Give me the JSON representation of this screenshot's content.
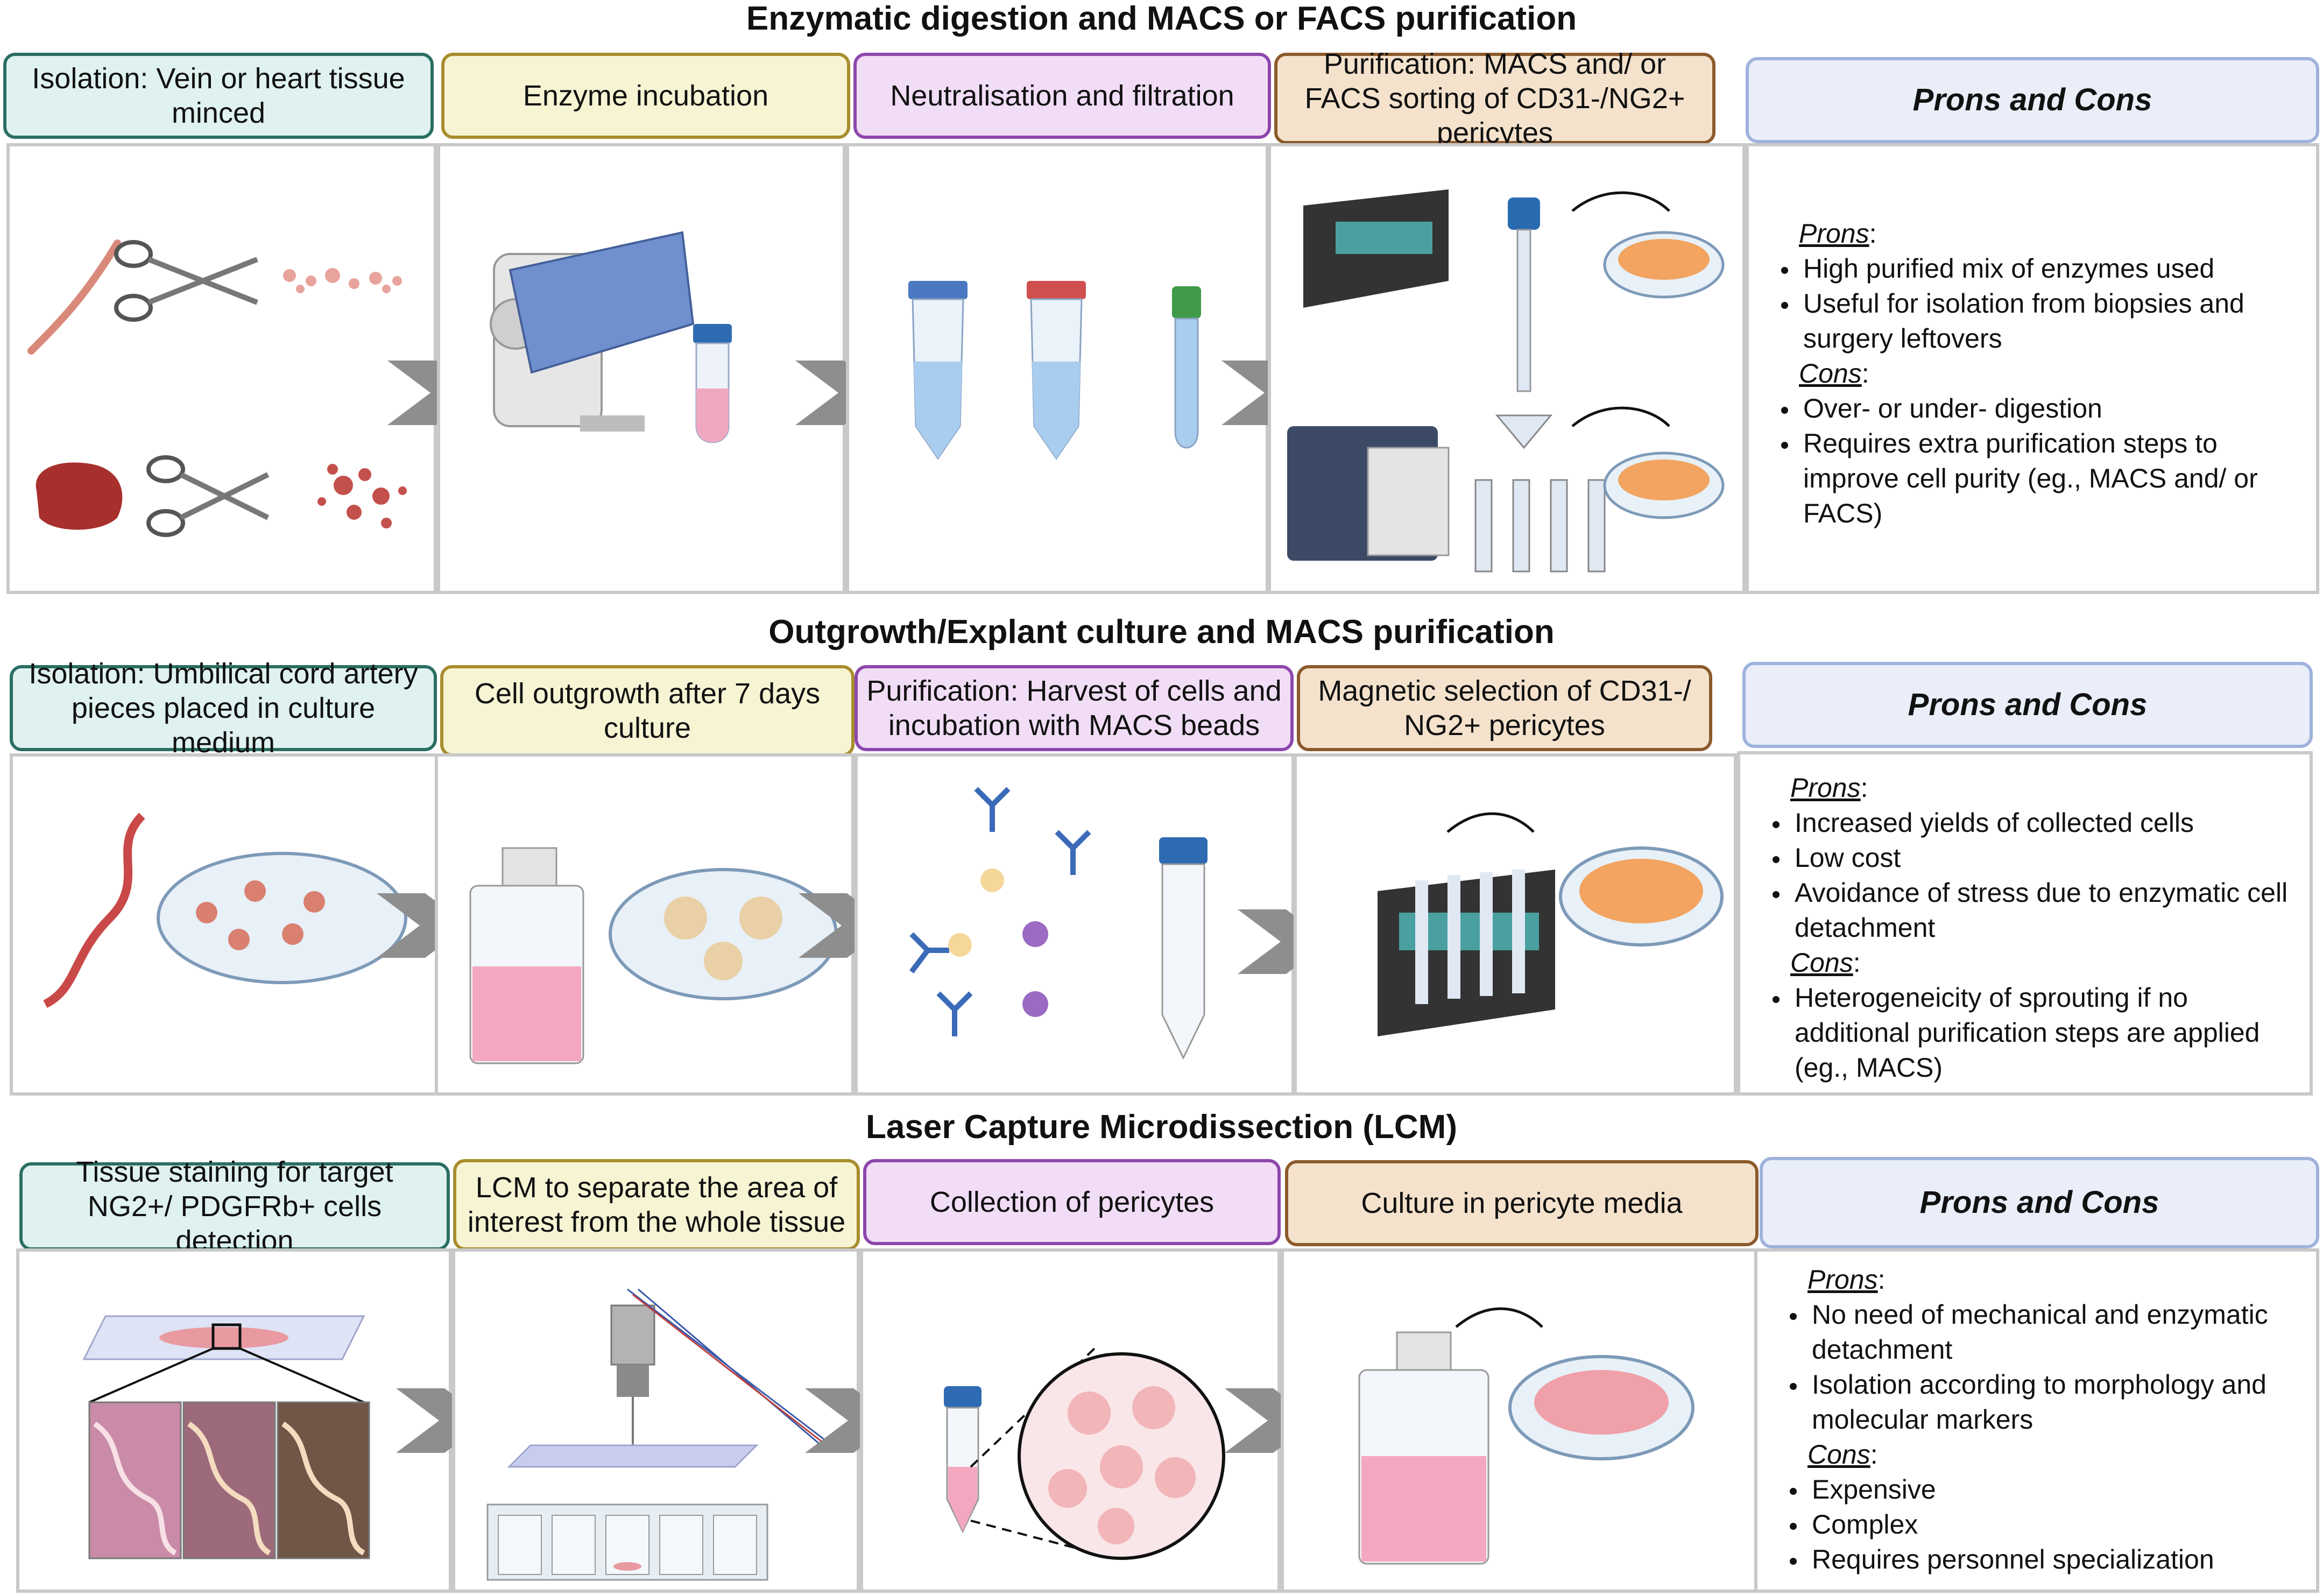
{
  "sections": [
    {
      "title": "Enzymatic digestion and MACS or FACS purification",
      "steps": [
        "Isolation: Vein or heart tissue minced",
        "Enzyme incubation",
        "Neutralisation and filtration",
        "Purification: MACS and/ or FACS sorting of CD31-/NG2+ pericytes"
      ],
      "pc_header": "Prons and Cons",
      "prons_label": "Prons",
      "prons": [
        "High purified mix of enzymes used",
        "Useful for isolation from biopsies and surgery leftovers"
      ],
      "cons_label": "Cons",
      "cons": [
        "Over- or under- digestion",
        "Requires extra purification steps to improve cell purity (eg., MACS and/ or FACS)"
      ]
    },
    {
      "title": "Outgrowth/Explant culture and MACS purification",
      "steps": [
        "Isolation: Umbilical cord artery pieces placed in culture medium",
        "Cell outgrowth after 7 days culture",
        "Purification: Harvest of cells and incubation with MACS beads",
        "Magnetic selection of CD31-/ NG2+ pericytes"
      ],
      "pc_header": "Prons and Cons",
      "prons_label": "Prons",
      "prons": [
        "Increased yields of collected cells",
        "Low cost",
        "Avoidance of stress due to enzymatic cell detachment"
      ],
      "cons_label": "Cons",
      "cons": [
        "Heterogeneicity of sprouting if no additional purification steps are applied (eg., MACS)"
      ]
    },
    {
      "title": "Laser Capture Microdissection (LCM)",
      "steps": [
        "Tissue staining for target NG2+/ PDGFRb+ cells detection",
        "LCM to separate the area of interest from the whole tissue",
        "Collection of pericytes",
        "Culture in pericyte media"
      ],
      "pc_header": "Prons and Cons",
      "prons_label": "Prons",
      "prons": [
        "No need of mechanical and enzymatic detachment",
        "Isolation according to morphology and molecular markers"
      ],
      "cons_label": "Cons",
      "cons": [
        "Expensive",
        "Complex",
        "Requires personnel specialization"
      ]
    }
  ],
  "colors": {
    "isolation": "#2a6e63",
    "enzyme": "#a88d2e",
    "neutralisation": "#8e46ac",
    "purification": "#8c5a2b",
    "prons_cons": "#9eb2dc",
    "panel_border": "#c9c9c9",
    "arrow": "#8e8e8e"
  }
}
